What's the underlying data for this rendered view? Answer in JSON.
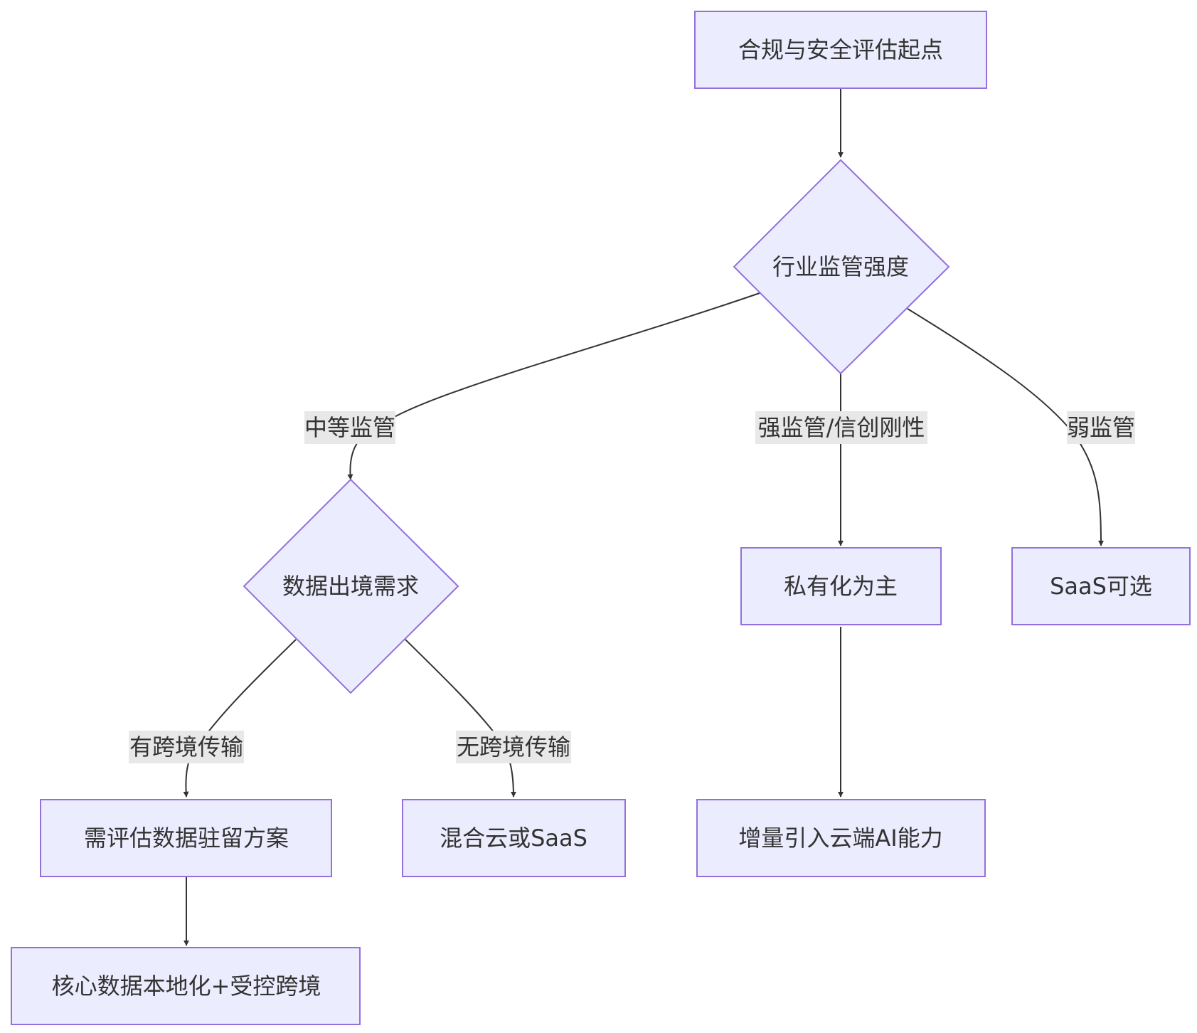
{
  "diagram": {
    "type": "flowchart",
    "colors": {
      "node_fill": "#ECECFF",
      "node_stroke": "#9370DB",
      "edge": "#333333",
      "label_bg": "#E8E8E8",
      "text": "#333333"
    },
    "nodes": {
      "start": {
        "label": "合规与安全评估起点",
        "shape": "rect"
      },
      "regulation": {
        "label": "行业监管强度",
        "shape": "diamond"
      },
      "data_export": {
        "label": "数据出境需求",
        "shape": "diamond"
      },
      "private_first": {
        "label": "私有化为主",
        "shape": "rect"
      },
      "saas_optional": {
        "label": "SaaS可选",
        "shape": "rect"
      },
      "residency_eval": {
        "label": "需评估数据驻留方案",
        "shape": "rect"
      },
      "hybrid_cloud": {
        "label": "混合云或SaaS",
        "shape": "rect"
      },
      "incremental_ai": {
        "label": "增量引入云端AI能力",
        "shape": "rect"
      },
      "core_local": {
        "label": "核心数据本地化+受控跨境",
        "shape": "rect"
      }
    },
    "edges": {
      "start_regulation": {
        "from": "start",
        "to": "regulation",
        "label": ""
      },
      "medium": {
        "from": "regulation",
        "to": "data_export",
        "label": "中等监管"
      },
      "strong": {
        "from": "regulation",
        "to": "private_first",
        "label": "强监管/信创刚性"
      },
      "weak": {
        "from": "regulation",
        "to": "saas_optional",
        "label": "弱监管"
      },
      "cross_border": {
        "from": "data_export",
        "to": "residency_eval",
        "label": "有跨境传输"
      },
      "no_cross_border": {
        "from": "data_export",
        "to": "hybrid_cloud",
        "label": "无跨境传输"
      },
      "private_ai": {
        "from": "private_first",
        "to": "incremental_ai",
        "label": ""
      },
      "residency_core": {
        "from": "residency_eval",
        "to": "core_local",
        "label": ""
      }
    }
  }
}
